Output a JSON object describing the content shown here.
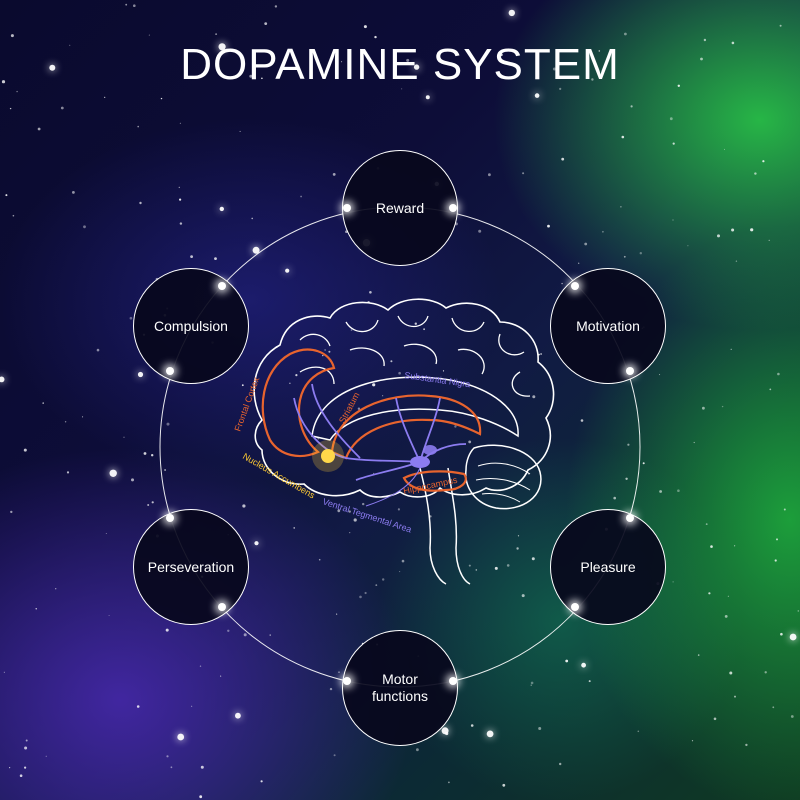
{
  "title": "DOPAMINE SYSTEM",
  "nodes": {
    "reward": "Reward",
    "motivation": "Motivation",
    "pleasure": "Pleasure",
    "motor": "Motor\nfunctions",
    "perseveration": "Perseveration",
    "compulsion": "Compulsion"
  },
  "brain_labels": {
    "frontal_cortex": "Frontal Cortex",
    "striatum": "Striatum",
    "substantia_nigra": "Substantia Nigra",
    "nucleus_accumbens": "Nucleus Accumbens",
    "hippocampus": "Hippocampus",
    "ventral_tegmental_area": "Ventral Tegmental Area"
  },
  "colors": {
    "ring": "#ffffff",
    "pathway_orange": "#e8642e",
    "pathway_purple": "#8c7cf0",
    "accumbens_glow": "#ffcc33",
    "outline": "#ffffff"
  }
}
